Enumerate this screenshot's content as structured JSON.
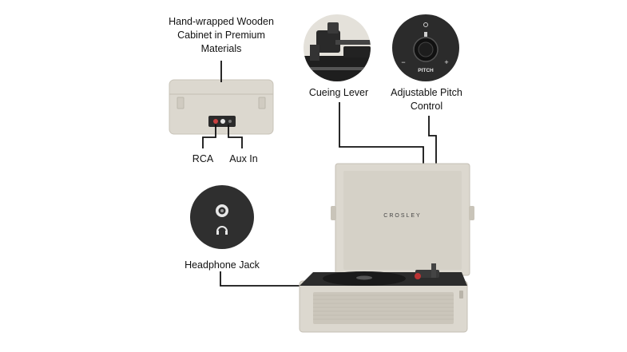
{
  "callouts": {
    "cabinet_line1": "Hand-wrapped Wooden",
    "cabinet_line2": "Cabinet in Premium",
    "cabinet_line3": "Materials",
    "rca": "RCA",
    "aux_in": "Aux In",
    "headphone_jack": "Headphone Jack",
    "cueing_lever": "Cueing Lever",
    "pitch_line1": "Adjustable Pitch",
    "pitch_line2": "Control"
  },
  "product": {
    "brand": "CROSLEY",
    "knob_label": "PITCH",
    "knob_minus": "−",
    "knob_plus": "+"
  },
  "colors": {
    "case": "#dcd8cf",
    "case_shadow": "#c7c2b7",
    "dark": "#2a2a2a",
    "line": "#111111"
  }
}
